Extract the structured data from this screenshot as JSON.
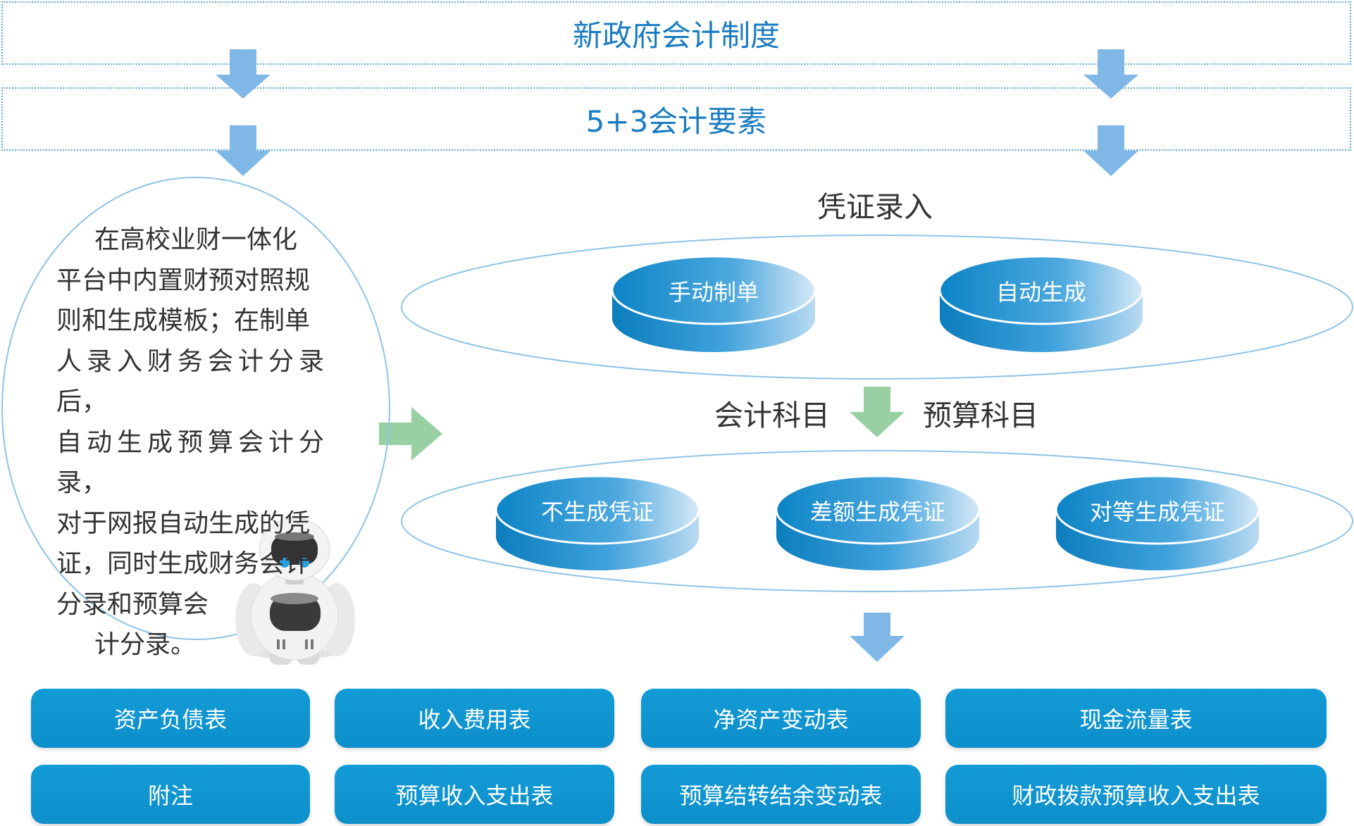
{
  "top_band": "新政府会计制度",
  "second_band": "5+3会计要素",
  "speech_lines": [
    "在高校业财一体化",
    "平台中内置财预对照规",
    "则和生成模板；在制单",
    "人录入财务会计分录后，",
    "自动生成预算会计分录，",
    "对于网报自动生成的凭",
    "证，同时生成财务会计",
    "分录和预算会",
    "计分录。"
  ],
  "voucher_entry": "凭证录入",
  "entry_disks": [
    "手动制单",
    "自动生成"
  ],
  "accounting_subject": "会计科目",
  "budget_subject": "预算科目",
  "gen_disks": [
    "不生成凭证",
    "差额生成凭证",
    "对等生成凭证"
  ],
  "reports_row1": [
    "资产负债表",
    "收入费用表",
    "净资产变动表",
    "现金流量表"
  ],
  "reports_row2": [
    "附注",
    "预算收入支出表",
    "预算结转结余变动表",
    "财政拨款预算收入支出表"
  ],
  "colors": {
    "primary": "#0d8fcb",
    "band_text": "#1a7cc0",
    "arrow_blue": "#7fb8e6",
    "arrow_green": "#98d0a4"
  }
}
